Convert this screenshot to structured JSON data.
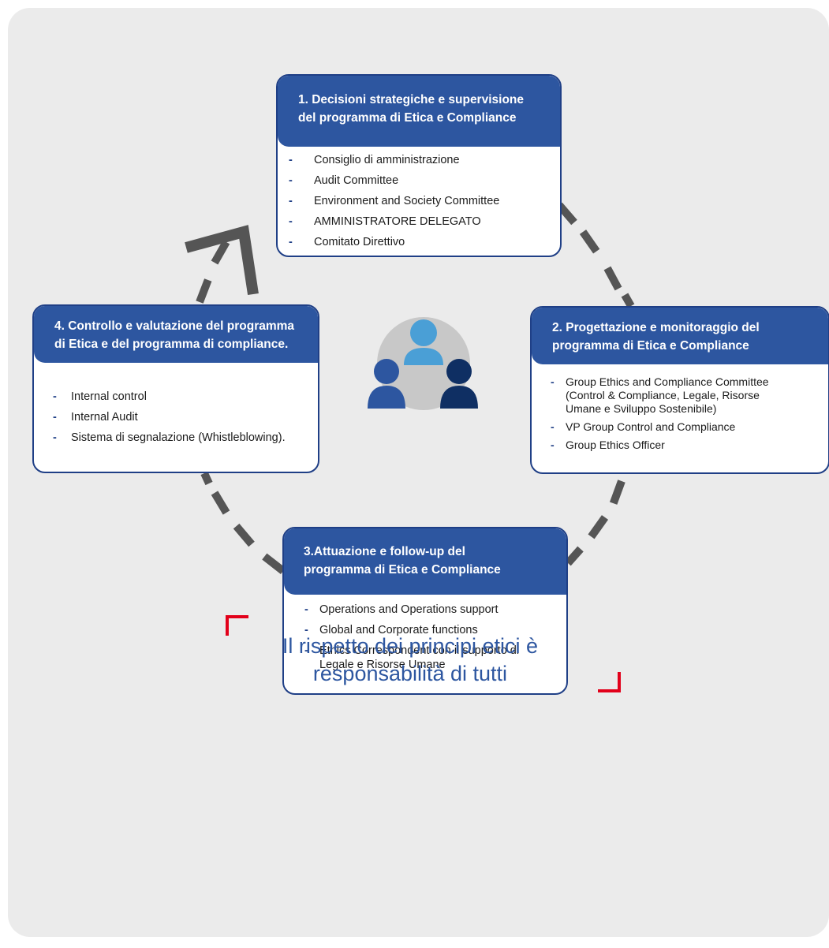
{
  "colors": {
    "panel_background": "#ebebeb",
    "box_header": "#2d56a0",
    "box_border": "#1f3f86",
    "cycle_dash": "#555555",
    "quote_text": "#2d56a0",
    "quote_corner": "#e2001a",
    "person_light": "#4a9fd6",
    "person_mid": "#2d56a0",
    "person_dark": "#0f2f63",
    "people_circle": "#c8c8c8"
  },
  "icons": {
    "center": "people-group-icon",
    "cycle_arrow": "arrowhead-icon"
  },
  "steps": [
    {
      "title_lines": [
        "1. Decisioni strategiche e supervisione",
        "del programma di Etica e Compliance"
      ],
      "items": [
        "Consiglio di amministrazione",
        "Audit Committee",
        "Environment and Society Committee",
        "AMMINISTRATORE DELEGATO",
        "Comitato Direttivo"
      ]
    },
    {
      "title_lines": [
        "2. Progettazione e monitoraggio del",
        "programma di Etica e Compliance"
      ],
      "items": [
        [
          "Group Ethics and Compliance Committee",
          "(Control & Compliance, Legale, Risorse",
          "Umane e Sviluppo Sostenibile)"
        ],
        [
          "VP Group Control and Compliance"
        ],
        [
          "Group Ethics Officer"
        ]
      ]
    },
    {
      "title_lines": [
        "3.Attuazione e follow-up del",
        "programma di Etica e Compliance"
      ],
      "items": [
        [
          "Operations and Operations support"
        ],
        [
          "Global and Corporate functions"
        ],
        [
          "Ethics Correspondent con il supporto di",
          "Legale e Risorse Umane"
        ]
      ]
    },
    {
      "title_lines": [
        "4. Controllo e valutazione del programma",
        "di Etica e del programma di compliance."
      ],
      "items": [
        "Internal control",
        "Internal Audit",
        "Sistema di segnalazione (Whistleblowing)."
      ]
    }
  ],
  "item_bullet": "-",
  "quote_lines": [
    "Il rispetto dei principi etici è",
    "responsabilità di tutti"
  ]
}
